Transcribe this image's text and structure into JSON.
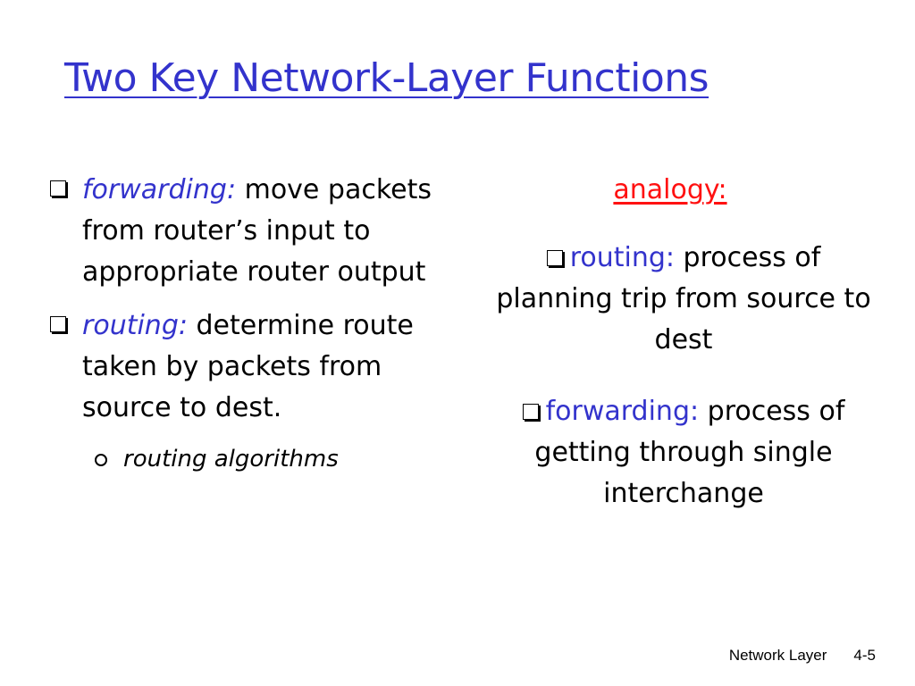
{
  "title": "Two Key Network-Layer Functions",
  "left": {
    "bullets": [
      {
        "keyword": "forwarding:",
        "text": "move packets from router’s input to appropriate router output"
      },
      {
        "keyword": "routing:",
        "text": "determine route taken by packets from source to dest."
      }
    ],
    "sub_bullet": "routing algorithms"
  },
  "right": {
    "heading": "analogy:",
    "bullets": [
      {
        "keyword": "routing:",
        "text": "process of planning trip from source to dest"
      },
      {
        "keyword": "forwarding:",
        "text": "process of getting through single interchange"
      }
    ]
  },
  "footer": {
    "section": "Network Layer",
    "page": "4-5"
  },
  "colors": {
    "title": "#3333cc",
    "keyword": "#3333cc",
    "analogy": "#ff1111",
    "text": "#000000"
  },
  "icons": {
    "bullet": "square-box-icon",
    "sub_bullet": "ring-icon"
  }
}
